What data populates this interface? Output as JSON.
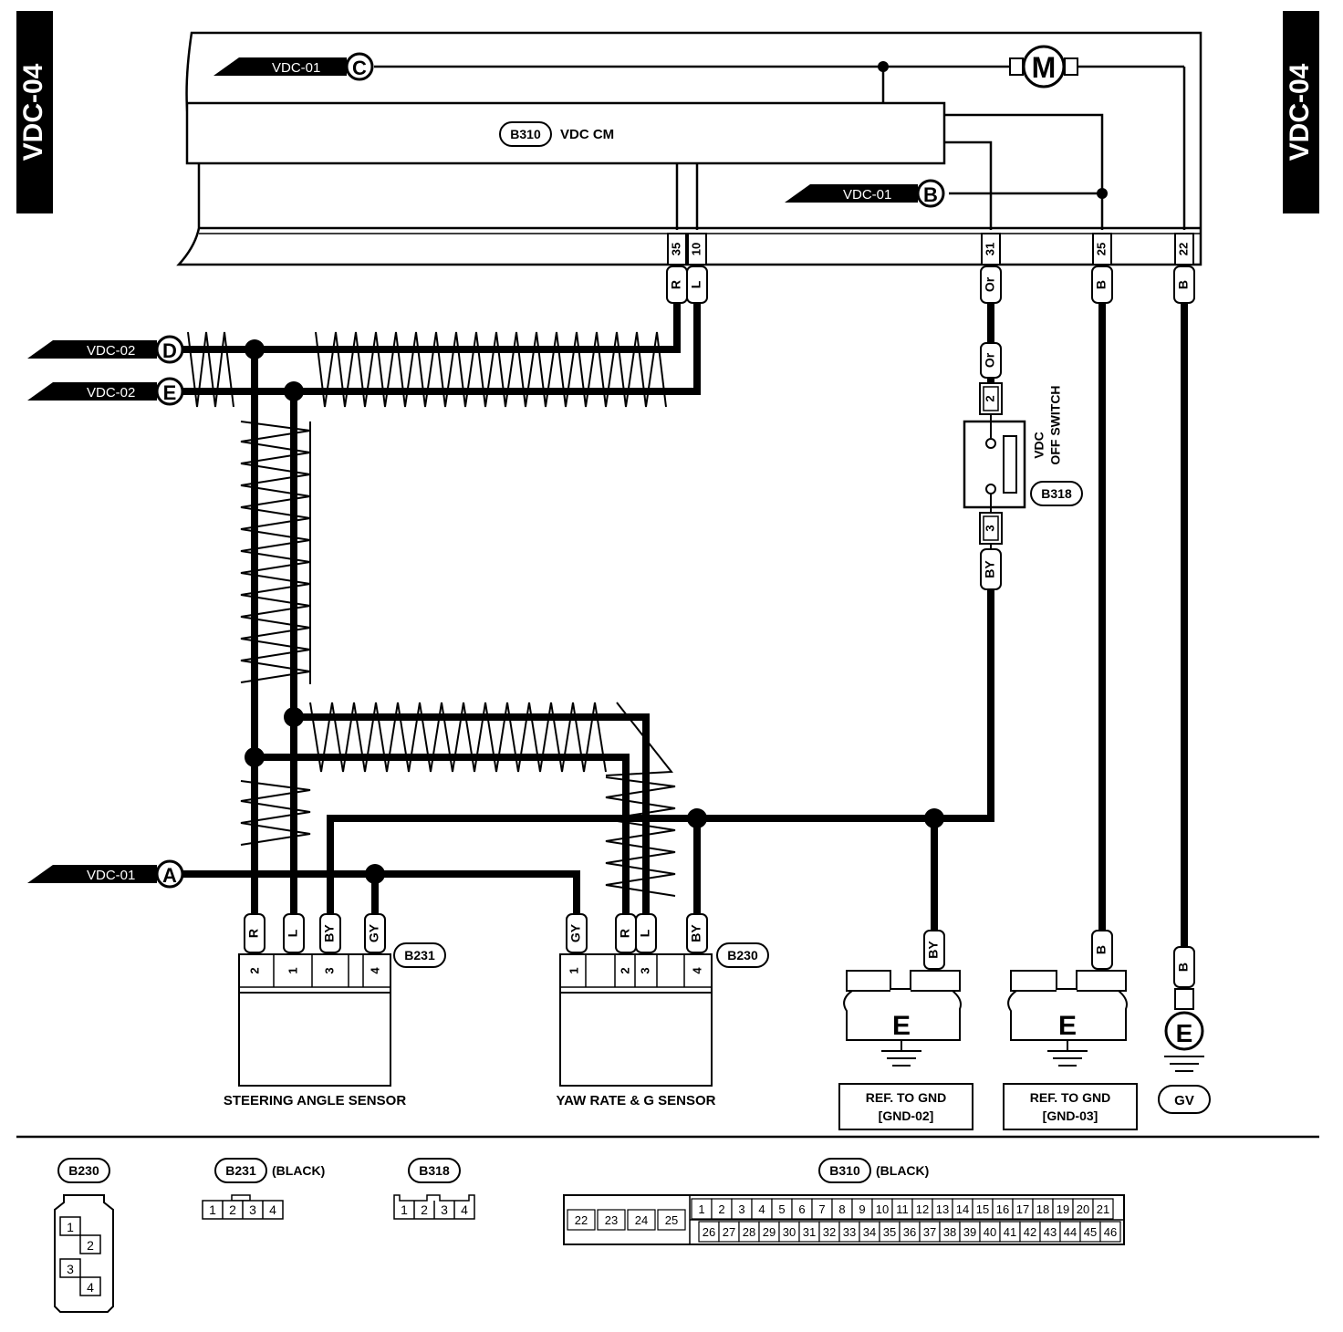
{
  "page_code": "VDC-04",
  "ecu": {
    "id": "B310",
    "name": "VDC CM"
  },
  "motor_symbol": "M",
  "ecu_pins": [
    {
      "pin": "35",
      "wire": "R"
    },
    {
      "pin": "10",
      "wire": "L"
    },
    {
      "pin": "31",
      "wire": "Or"
    },
    {
      "pin": "25",
      "wire": "B"
    },
    {
      "pin": "22",
      "wire": "B"
    }
  ],
  "references": [
    {
      "page": "VDC-01",
      "letter": "C"
    },
    {
      "page": "VDC-01",
      "letter": "B"
    },
    {
      "page": "VDC-02",
      "letter": "D"
    },
    {
      "page": "VDC-02",
      "letter": "E"
    },
    {
      "page": "VDC-01",
      "letter": "A"
    }
  ],
  "switch": {
    "id": "B318",
    "label_line1": "VDC",
    "label_line2": "OFF SWITCH",
    "pin_top": "2",
    "pin_bottom": "3",
    "wire_top": "Or",
    "wire_bottom": "BY"
  },
  "steering_sensor": {
    "id": "B231",
    "label": "STEERING ANGLE SENSOR",
    "pins": [
      {
        "pin": "2",
        "wire": "R"
      },
      {
        "pin": "1",
        "wire": "L"
      },
      {
        "pin": "3",
        "wire": "BY"
      },
      {
        "pin": "4",
        "wire": "GY"
      }
    ]
  },
  "yaw_sensor": {
    "id": "B230",
    "label": "YAW RATE & G SENSOR",
    "pins": [
      {
        "pin": "1",
        "wire": "GY"
      },
      {
        "pin": "2",
        "wire": "R"
      },
      {
        "pin": "3",
        "wire": "L"
      },
      {
        "pin": "4",
        "wire": "BY"
      }
    ]
  },
  "grounds": [
    {
      "symbol": "E",
      "wire": "BY",
      "ref_line1": "REF. TO GND",
      "ref_line2": "[GND-02]"
    },
    {
      "symbol": "E",
      "wire": "B",
      "ref_line1": "REF. TO GND",
      "ref_line2": "[GND-03]"
    },
    {
      "symbol": "E",
      "wire": "B",
      "ref_line1": "GV"
    }
  ],
  "connector_views": [
    {
      "id": "B230",
      "color": "",
      "pins": [
        "1",
        "2",
        "3",
        "4"
      ]
    },
    {
      "id": "B231",
      "color": "(BLACK)",
      "pins": [
        "1",
        "2",
        "3",
        "4"
      ]
    },
    {
      "id": "B318",
      "color": "",
      "pins": [
        "1",
        "2",
        "3",
        "4"
      ]
    },
    {
      "id": "B310",
      "color": "(BLACK)",
      "left_pins": [
        "22",
        "23",
        "24",
        "25"
      ],
      "top_pins": [
        "1",
        "2",
        "3",
        "4",
        "5",
        "6",
        "7",
        "8",
        "9",
        "10",
        "11",
        "12",
        "13",
        "14",
        "15",
        "16",
        "17",
        "18",
        "19",
        "20",
        "21"
      ],
      "bottom_pins": [
        "26",
        "27",
        "28",
        "29",
        "30",
        "31",
        "32",
        "33",
        "34",
        "35",
        "36",
        "37",
        "38",
        "39",
        "40",
        "41",
        "42",
        "43",
        "44",
        "45",
        "46"
      ]
    }
  ]
}
